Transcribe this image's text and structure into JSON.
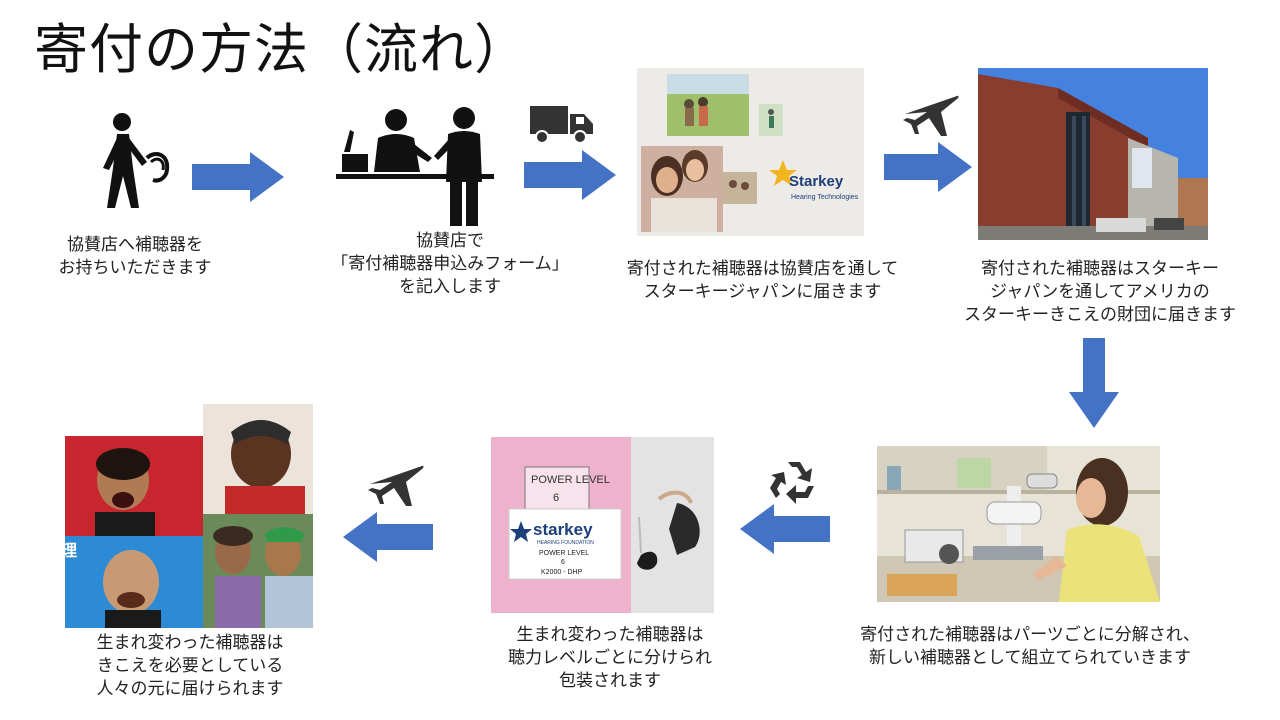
{
  "title": "寄付の方法（流れ）",
  "steps": [
    {
      "lines": [
        "協賛店へ補聴器を",
        "お持ちいただきます"
      ]
    },
    {
      "lines": [
        "協賛店で",
        "「寄付補聴器申込みフォーム」",
        "を記入します"
      ]
    },
    {
      "lines": [
        "寄付された補聴器は協賛店を通して",
        "スターキージャパンに届きます"
      ]
    },
    {
      "lines": [
        "寄付された補聴器はスターキー",
        "ジャパンを通してアメリカの",
        "スターキーきこえの財団に届きます"
      ]
    },
    {
      "lines": [
        "寄付された補聴器はパーツごとに分解され、",
        "新しい補聴器として組立てられていきます"
      ]
    },
    {
      "lines": [
        "生まれ変わった補聴器は",
        "聴力レベルごとに分けられ",
        "包装されます"
      ]
    },
    {
      "lines": [
        "生まれ変わった補聴器は",
        "きこえを必要としている",
        "人々の元に届けられます"
      ]
    }
  ],
  "photo_text": {
    "starkey_logo": "Starkey",
    "starkey_sub": "Hearing Technologies",
    "bag_label": "POWER LEVEL",
    "bag_level": "6",
    "card_logo": "starkey",
    "card_sub": "HEARING FOUNDATION",
    "card_level_label": "POWER LEVEL",
    "card_level": "6",
    "card_model": "K2000 - DHP",
    "sign_fragment": "理"
  },
  "colors": {
    "arrow": "#4472C4",
    "icon": "#222222"
  },
  "icons": [
    "person-walking-icon",
    "reception-counter-icon",
    "truck-icon",
    "airplane-icon",
    "recycle-icon"
  ]
}
